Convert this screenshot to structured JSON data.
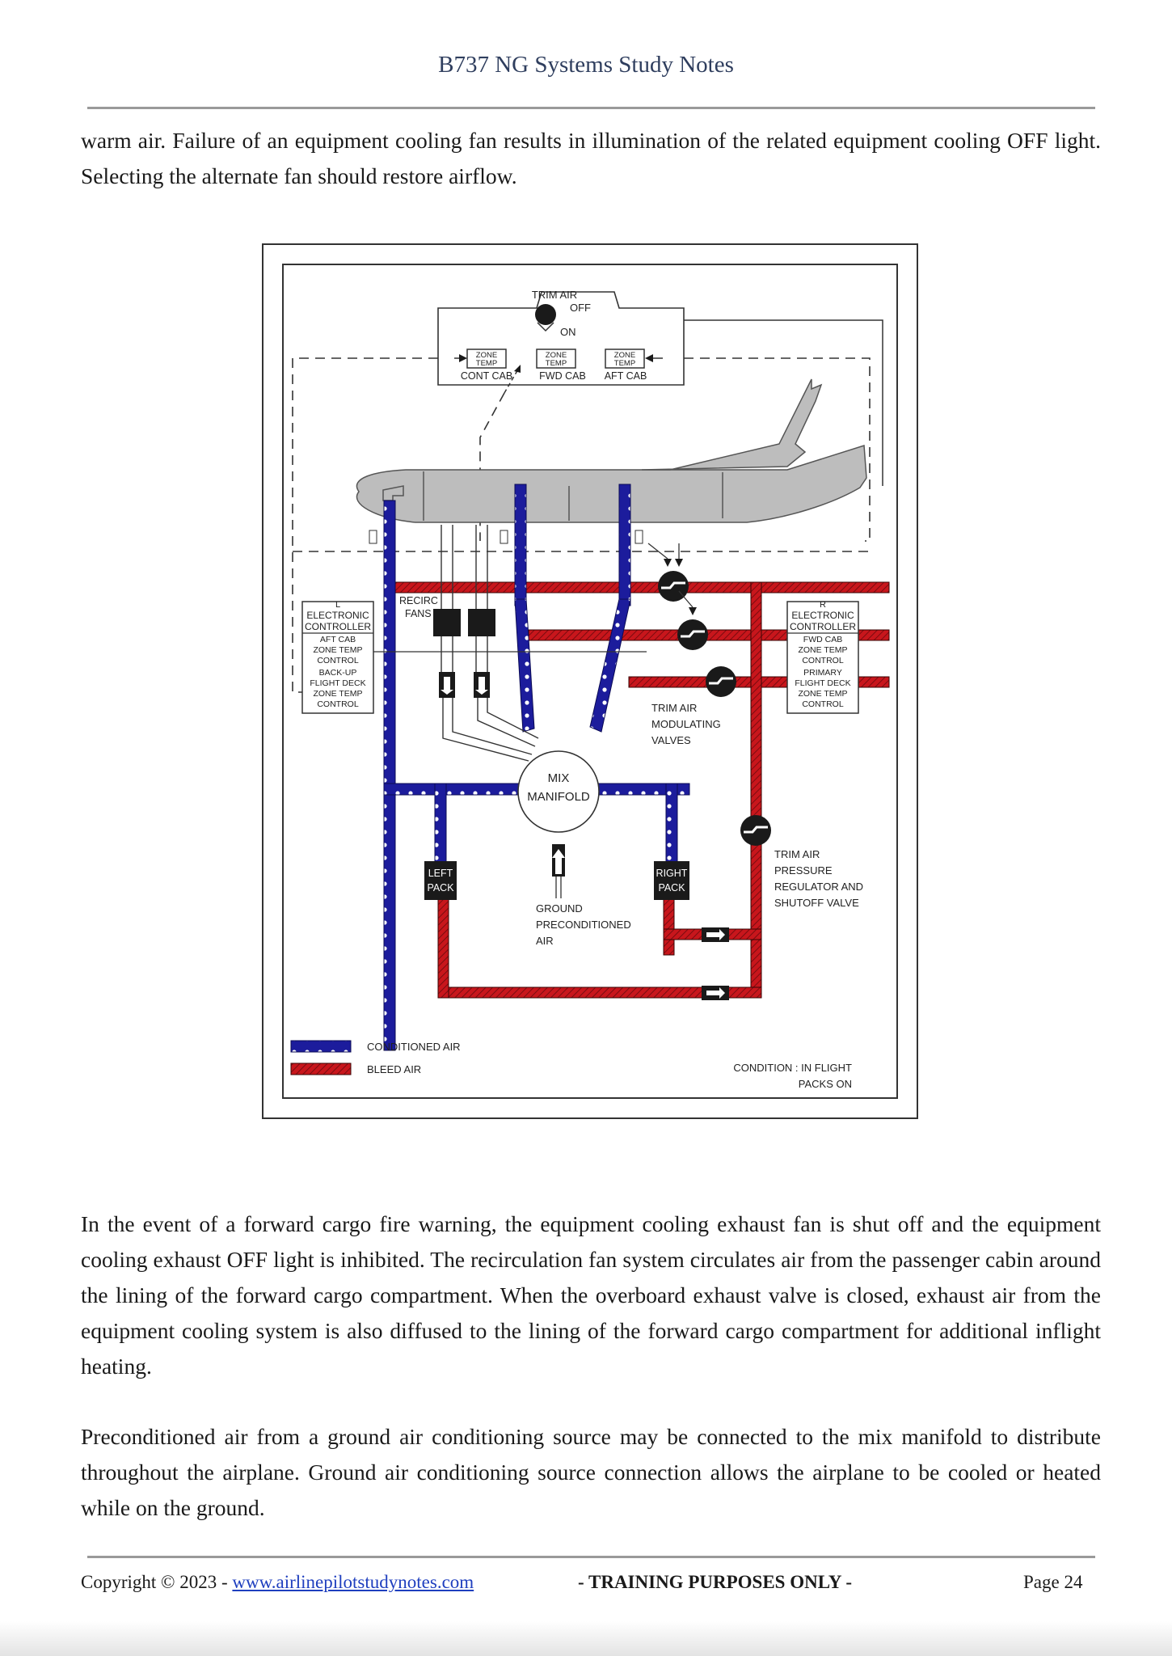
{
  "header": {
    "title": "B737 NG Systems Study Notes"
  },
  "paragraphs": {
    "p1": "warm air. Failure of an equipment cooling fan results in illumination of the related equipment cooling OFF light. Selecting the alternate fan should restore airflow.",
    "p2": "In the event of a forward cargo fire warning, the equipment cooling exhaust fan is shut off and the equipment cooling exhaust OFF light is inhibited. The recirculation fan system circulates air from the passenger cabin around the lining of the forward cargo compartment. When the overboard exhaust valve is closed, exhaust air from the equipment cooling system is also diffused to the lining of the forward cargo compartment for additional inflight heating.",
    "p3": "Preconditioned air from a ground air conditioning source may be connected to the mix manifold to distribute throughout the airplane. Ground air conditioning source connection allows the airplane to be cooled or heated while on the ground."
  },
  "diagram": {
    "trim_air_switch": {
      "title": "TRIM AIR",
      "off": "OFF",
      "on": "ON"
    },
    "zone_temp_label": [
      "ZONE",
      "TEMP"
    ],
    "zones": [
      "CONT CAB",
      "FWD CAB",
      "AFT CAB"
    ],
    "left_controller": [
      "L",
      "ELECTRONIC",
      "CONTROLLER",
      "AFT CAB",
      "ZONE TEMP",
      "CONTROL",
      "BACK-UP",
      "FLIGHT DECK",
      "ZONE TEMP",
      "CONTROL"
    ],
    "right_controller": [
      "R",
      "ELECTRONIC",
      "CONTROLLER",
      "FWD CAB",
      "ZONE TEMP",
      "CONTROL",
      "PRIMARY",
      "FLIGHT DECK",
      "ZONE TEMP",
      "CONTROL"
    ],
    "recirc_fans": [
      "RECIRC",
      "FANS"
    ],
    "trim_air_modulating_valves": [
      "TRIM AIR",
      "MODULATING",
      "VALVES"
    ],
    "mix_manifold": [
      "MIX",
      "MANIFOLD"
    ],
    "left_pack": [
      "LEFT",
      "PACK"
    ],
    "right_pack": [
      "RIGHT",
      "PACK"
    ],
    "ground_air": [
      "GROUND",
      "PRECONDITIONED",
      "AIR"
    ],
    "trim_air_pressure_valve": [
      "TRIM AIR",
      "PRESSURE",
      "REGULATOR AND",
      "SHUTOFF VALVE"
    ],
    "legend": {
      "conditioned": "CONDITIONED AIR",
      "bleed": "BLEED AIR"
    },
    "condition": [
      "CONDITION : IN FLIGHT",
      "PACKS ON"
    ],
    "colors": {
      "conditioned": "#1c1c9c",
      "bleed": "#c8161c",
      "aircraft": "#bdbdbd"
    }
  },
  "footer": {
    "copyright": "Copyright © 2023 - ",
    "link": "www.airlinepilotstudynotes.com",
    "center": "- TRAINING PURPOSES ONLY -",
    "page": "Page 24"
  }
}
